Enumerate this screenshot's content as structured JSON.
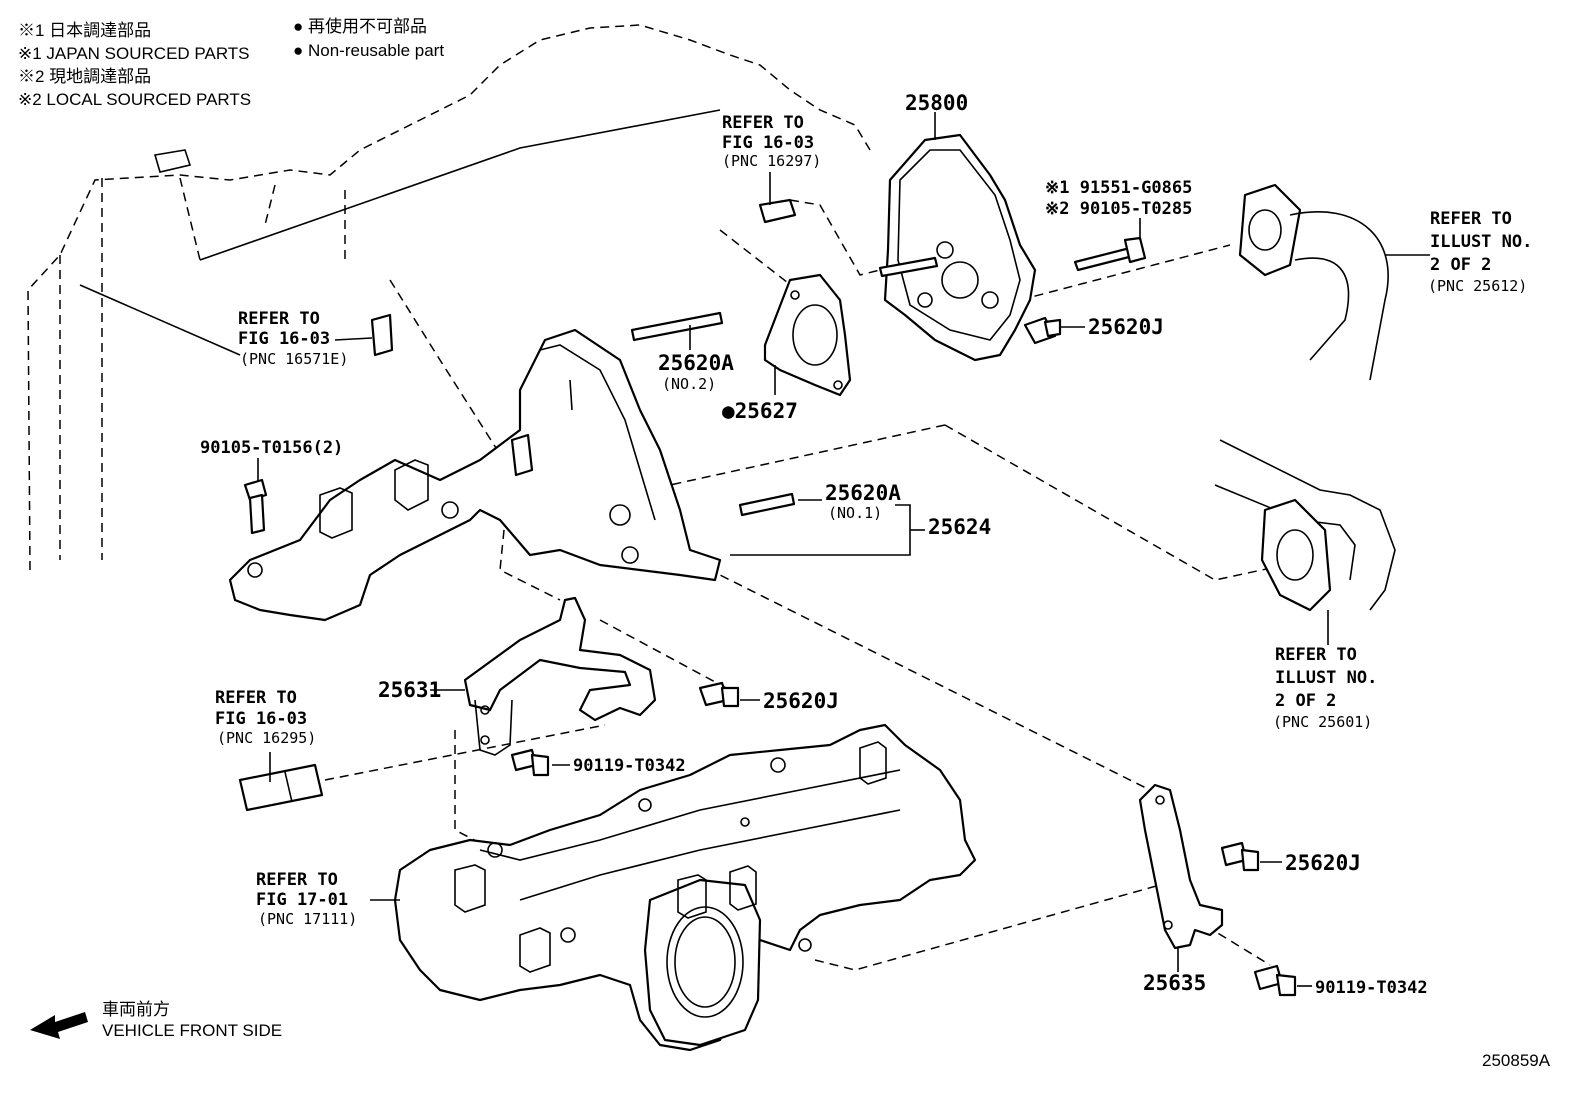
{
  "legend": {
    "jp1": "※1 日本調達部品",
    "en1": "※1 JAPAN SOURCED PARTS",
    "jp2": "※2 現地調達部品",
    "en2": "※2 LOCAL SOURCED PARTS",
    "nonreuse_jp": "● 再使用不可部品",
    "nonreuse_en": "● Non-reusable part"
  },
  "refs": {
    "fig1603_top": [
      "REFER TO",
      "FIG 16-03",
      "(PNC 16297)"
    ],
    "fig1603_left": [
      "REFER TO",
      "FIG 16-03",
      "(PNC 16571E)"
    ],
    "fig1603_mid": [
      "REFER TO",
      "FIG 16-03",
      "(PNC 16295)"
    ],
    "fig1701": [
      "REFER TO",
      "FIG 17-01",
      "(PNC 17111)"
    ],
    "illust_top": [
      "REFER TO",
      "ILLUST NO.",
      "2 OF 2",
      "(PNC 25612)"
    ],
    "illust_bottom": [
      "REFER TO",
      "ILLUST NO.",
      "2 OF 2",
      "(PNC 25601)"
    ]
  },
  "parts": {
    "p25800": "25800",
    "p91551": "※1 91551-G0865",
    "p90105_t0285": "※2 90105-T0285",
    "p25620j_a": "25620J",
    "p25620a_no2": "25620A",
    "p25620a_no2_sub": "(NO.2)",
    "p25627": "●25627",
    "p90105_t0156": "90105-T0156(2)",
    "p25620a_no1": "25620A",
    "p25620a_no1_sub": "(NO.1)",
    "p25624": "25624",
    "p25631": "25631",
    "p25620j_b": "25620J",
    "p90119_a": "90119-T0342",
    "p25620j_c": "25620J",
    "p25635": "25635",
    "p90119_b": "90119-T0342"
  },
  "footer": {
    "direction_jp": "車両前方",
    "direction_en": "VEHICLE FRONT SIDE",
    "code": "250859A"
  }
}
